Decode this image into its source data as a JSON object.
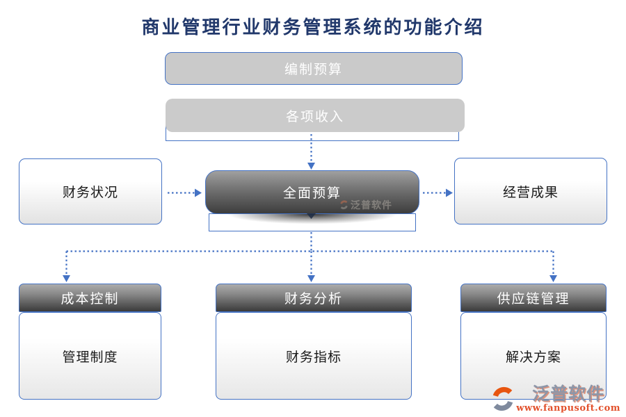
{
  "title": "商业管理行业财务管理系统的功能介绍",
  "colors": {
    "accent_blue": "#4472C4",
    "title_blue": "#21386B",
    "node_gray": "#CACACA",
    "dark_gradient_top": "#A0A0A0",
    "dark_gradient_bottom": "#3D3D3D",
    "logo_orange": "#E2512C",
    "logo_gray": "#8D96A8"
  },
  "nodes": {
    "budget_prepare": "编制预算",
    "income_items": "各项收入",
    "financial_status": "财务状况",
    "overall_budget": "全面预算",
    "operating_results": "经营成果"
  },
  "bottom": [
    {
      "header": "成本控制",
      "body": "管理制度"
    },
    {
      "header": "财务分析",
      "body": "财务指标"
    },
    {
      "header": "供应链管理",
      "body": "解决方案"
    }
  ],
  "watermark": {
    "brand": "泛普软件"
  },
  "logo": {
    "brand": "泛普软件",
    "url": "www.fanpusoft.com"
  }
}
